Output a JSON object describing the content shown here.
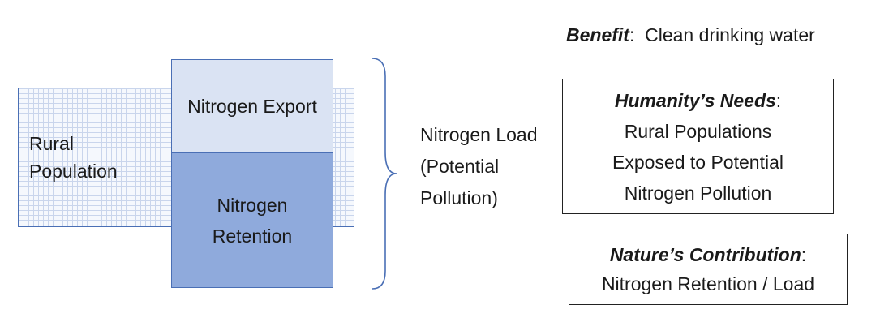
{
  "rural_population": {
    "label": "Rural Population"
  },
  "nitrogen_export": {
    "label": "Nitrogen Export"
  },
  "nitrogen_retention": {
    "label": "Nitrogen Retention"
  },
  "nitrogen_load": {
    "label": "Nitrogen Load (Potential Pollution)"
  },
  "benefit": {
    "heading": "Benefit",
    "separator": ":",
    "value": "Clean drinking water"
  },
  "humanity_needs": {
    "heading": "Humanity’s Needs",
    "separator": ":",
    "lines": [
      "Rural Populations",
      "Exposed to Potential",
      "Nitrogen Pollution"
    ]
  },
  "natures_contribution": {
    "heading": "Nature’s Contribution",
    "separator": ":",
    "text": "Nitrogen Retention / Load"
  },
  "colors": {
    "export_fill": "#dae3f3",
    "retention_fill": "#8faadc",
    "outline_blue": "#4a6fb5",
    "grid_line": "#c9d5ec"
  }
}
